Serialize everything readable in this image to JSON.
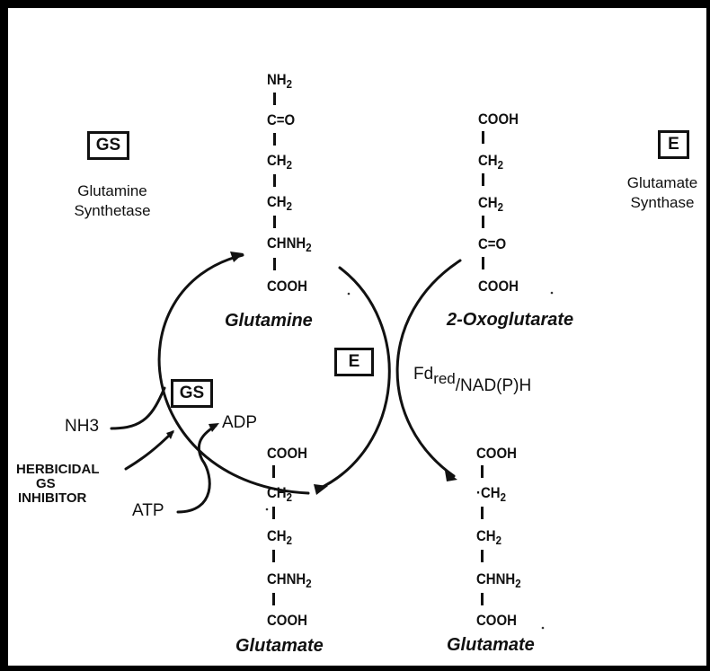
{
  "legend_left": {
    "abbr": "GS",
    "name_line1": "Glutamine",
    "name_line2": "Synthetase"
  },
  "legend_right": {
    "abbr": "E",
    "name_line1": "Glutamate",
    "name_line2": "Synthase"
  },
  "glutamine": {
    "groups": [
      "NH2",
      "C=O",
      "CH2",
      "CH2",
      "CHNH2",
      "COOH"
    ],
    "name": "Glutamine"
  },
  "oxoglutarate": {
    "groups": [
      "COOH",
      "CH2",
      "CH2",
      "C=O",
      "COOH"
    ],
    "name": "2-Oxoglutarate"
  },
  "glutamate_left": {
    "groups": [
      "COOH",
      "CH2",
      "CH2",
      "CHNH2",
      "COOH"
    ],
    "name": "Glutamate"
  },
  "glutamate_right": {
    "groups": [
      "COOH",
      "CH2",
      "CH2",
      "CHNH2",
      "COOH"
    ],
    "name": "Glutamate"
  },
  "center_enzyme": "E",
  "cycle_enzyme": "GS",
  "cofactor": {
    "main": "Fd",
    "sub": "red",
    "rest": "/NAD(P)H"
  },
  "reactants": {
    "nh3": "NH3",
    "adp": "ADP",
    "atp": "ATP",
    "inhibitor_line1": "HERBICIDAL",
    "inhibitor_line2": "GS",
    "inhibitor_line3": "INHIBITOR"
  }
}
